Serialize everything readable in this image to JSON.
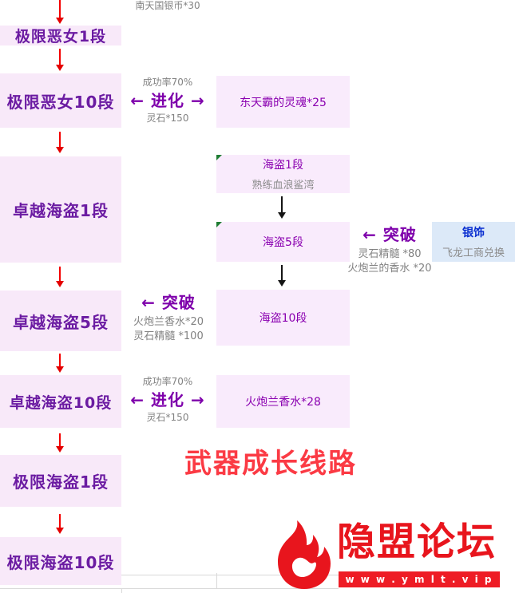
{
  "title_watermark": "武器成长线路",
  "top_label": "南天国银币*30",
  "left_chain": [
    {
      "label": "极限恶女1段"
    },
    {
      "label": "极限恶女10段"
    },
    {
      "label": "卓越海盗1段"
    },
    {
      "label": "卓越海盗5段"
    },
    {
      "label": "卓越海盗10段"
    },
    {
      "label": "极限海盗1段"
    },
    {
      "label": "极限海盗10段"
    }
  ],
  "mid_chain": [
    {
      "label": "东天霸的灵魂*25"
    },
    {
      "label": "海盗1段",
      "sub": "熟练血浪鲨湾"
    },
    {
      "label": "海盗5段"
    },
    {
      "label": "海盗10段"
    },
    {
      "label": "火炮兰香水*28"
    }
  ],
  "right_box": {
    "label": "银饰",
    "sub": "飞龙工商兑换"
  },
  "actions": {
    "evolve1": {
      "top": "成功率70%",
      "label": "← 进化 →",
      "bottom": "灵石*150"
    },
    "break_right": {
      "label": "← 突破",
      "line1": "灵石精髓 *80",
      "line2": "火炮兰的香水 *20"
    },
    "break_left": {
      "label": "← 突破",
      "line1": "火炮兰香水*20",
      "line2": "灵石精髓 *100"
    },
    "evolve2": {
      "top": "成功率70%",
      "label": "← 进化 →",
      "bottom": "灵石*150"
    }
  },
  "logo": {
    "name": "隐盟论坛",
    "url": "w w w . y m l t . v i p"
  },
  "colors": {
    "stage_box_bg": "#f8e9f9",
    "material_box_bg": "#f9ebfc",
    "exchange_box_bg": "#dce9f8",
    "stage_text": "#6b1ba2",
    "action_text": "#7e00ab",
    "exchange_title": "#0a2fd0",
    "muted_text": "#828282",
    "flow_arrow_red": "#f30000",
    "flow_arrow_black": "#141414",
    "watermark_red": "#fb3a44",
    "logo_red": "#e8151d",
    "error_flag_green": "#1f7d33"
  }
}
